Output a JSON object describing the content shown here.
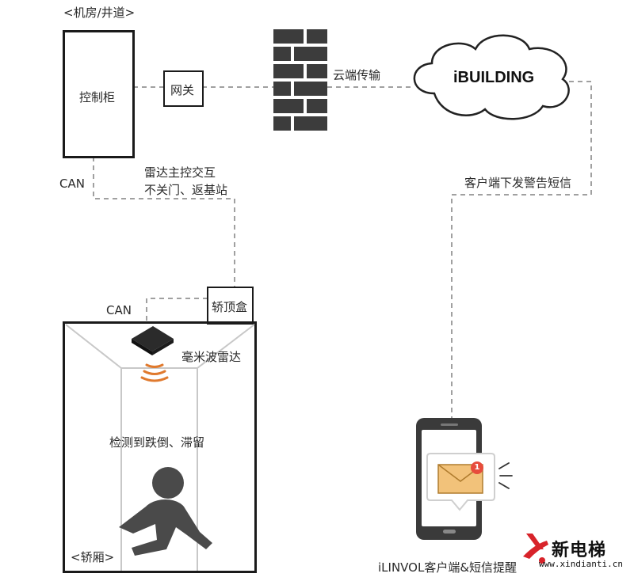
{
  "labels": {
    "machine_room": "<机房/井道>",
    "control_cabinet": "控制柜",
    "gateway": "网关",
    "cloud_transfer": "云端传输",
    "cloud_name": "iBUILDING",
    "can_top": "CAN",
    "radar_interaction_line1": "雷达主控交互",
    "radar_interaction_line2": "不关门、返基站",
    "client_sms": "客户端下发警告短信",
    "can_car": "CAN",
    "car_top_box": "轿顶盒",
    "mmwave_radar": "毫米波雷达",
    "detect": "检测到跌倒、滞留",
    "car": "<轿厢>",
    "client_app": "iLINVOL客户端&短信提醒",
    "notification_count": "1"
  },
  "watermark": {
    "brand": "新电梯",
    "site": "www.xindianti.cn"
  },
  "colors": {
    "line": "#1a1a1a",
    "dash": "#9a9a9a",
    "brick": "#3c3c3c",
    "radar_wave": "#e07a2e",
    "envelope": "#f2c27a",
    "badge": "#e74c3c",
    "logo_red": "#d8232a"
  }
}
